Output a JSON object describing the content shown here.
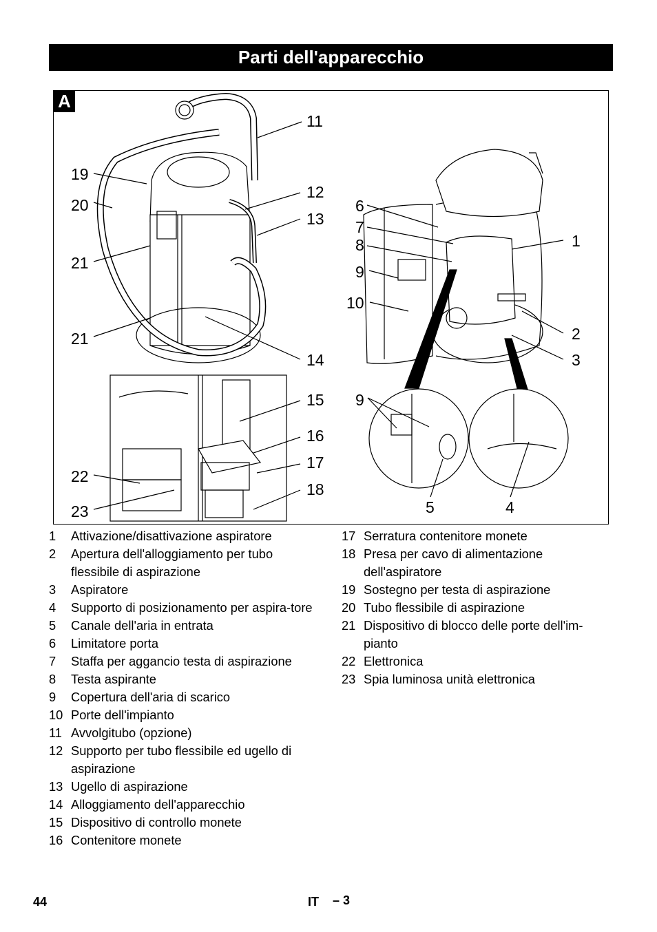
{
  "page_title": "Parti dell'apparecchio",
  "figure": {
    "letter": "A",
    "callouts": [
      "1",
      "2",
      "3",
      "4",
      "5",
      "6",
      "7",
      "8",
      "9",
      "10",
      "11",
      "12",
      "13",
      "14",
      "15",
      "16",
      "17",
      "18",
      "19",
      "20",
      "21",
      "21",
      "22",
      "23",
      "9"
    ]
  },
  "legend_left": [
    {
      "num": "1",
      "text": "Attivazione/disattivazione aspiratore"
    },
    {
      "num": "2",
      "text": "Apertura dell'alloggiamento per tubo flessibile di aspirazione"
    },
    {
      "num": "3",
      "text": "Aspiratore"
    },
    {
      "num": "4",
      "text": "Supporto di posizionamento per aspira-tore"
    },
    {
      "num": "5",
      "text": "Canale dell'aria in entrata"
    },
    {
      "num": "6",
      "text": "Limitatore porta"
    },
    {
      "num": "7",
      "text": "Staffa per aggancio testa di aspirazione"
    },
    {
      "num": "8",
      "text": "Testa aspirante"
    },
    {
      "num": "9",
      "text": "Copertura dell'aria di scarico"
    },
    {
      "num": "10",
      "text": "Porte dell'impianto"
    },
    {
      "num": "11",
      "text": "Avvolgitubo (opzione)"
    },
    {
      "num": "12",
      "text": "Supporto per tubo flessibile ed ugello di aspirazione"
    },
    {
      "num": "13",
      "text": "Ugello di aspirazione"
    },
    {
      "num": "14",
      "text": "Alloggiamento dell'apparecchio"
    },
    {
      "num": "15",
      "text": "Dispositivo di controllo monete"
    },
    {
      "num": "16",
      "text": "Contenitore monete"
    }
  ],
  "legend_right": [
    {
      "num": "17",
      "text": "Serratura contenitore monete"
    },
    {
      "num": "18",
      "text": "Presa per cavo di alimentazione dell'aspiratore"
    },
    {
      "num": "19",
      "text": "Sostegno per testa di aspirazione"
    },
    {
      "num": "20",
      "text": "Tubo flessibile di aspirazione"
    },
    {
      "num": "21",
      "text": "Dispositivo di blocco delle porte dell'im-pianto"
    },
    {
      "num": "22",
      "text": "Elettronica"
    },
    {
      "num": "23",
      "text": "Spia luminosa unità elettronica"
    }
  ],
  "footer": {
    "page_number": "44",
    "language": "IT",
    "page_ref": "– 3"
  }
}
